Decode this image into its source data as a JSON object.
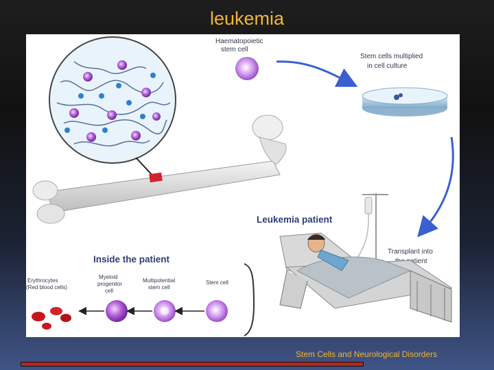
{
  "slide": {
    "title": "leukemia",
    "footer": "Stem Cells and Neurological Disorders"
  },
  "figure": {
    "haematopoietic_line1": "Haematopoietic",
    "haematopoietic_line2": "stem cell",
    "culture_line1": "Stem cells multiplied",
    "culture_line2": "in cell culture",
    "patient_label": "Leukemia patient",
    "transplant_line1": "Transplant into",
    "transplant_line2": "the patient",
    "inside_label": "Inside the patient",
    "erythrocytes_line1": "Erythrocytes",
    "erythrocytes_line2": "(Red blood cells)",
    "myeloid_line1": "Myeloid",
    "myeloid_line2": "progenitor",
    "myeloid_line3": "cell",
    "multipotential_line1": "Multipotential",
    "multipotential_line2": "stem cell",
    "stemcell_label": "Stem cell"
  },
  "colors": {
    "title": "#f2b632",
    "arrow": "#3a5fd0",
    "cell": "#b05ad8",
    "footer_bar": "#b3261e"
  }
}
